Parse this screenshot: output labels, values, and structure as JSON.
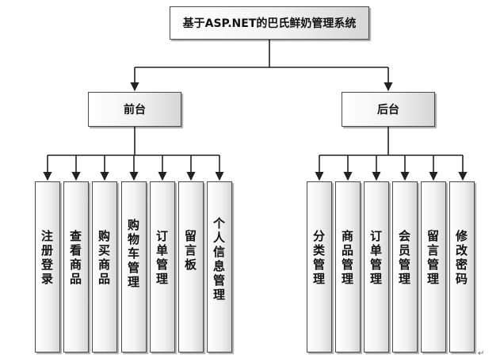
{
  "root": {
    "label": "基于ASP.NET的巴氏鲜奶管理系统"
  },
  "branches": [
    {
      "label": "前台",
      "children": [
        "注册登录",
        "查看商品",
        "购买商品",
        "购物车管理",
        "订单管理",
        "留言板",
        "个人信息管理"
      ]
    },
    {
      "label": "后台",
      "children": [
        "分类管理",
        "商品管理",
        "订单管理",
        "会员管理",
        "留言管理",
        "修改密码"
      ]
    }
  ],
  "paragraph_mark": "↵"
}
